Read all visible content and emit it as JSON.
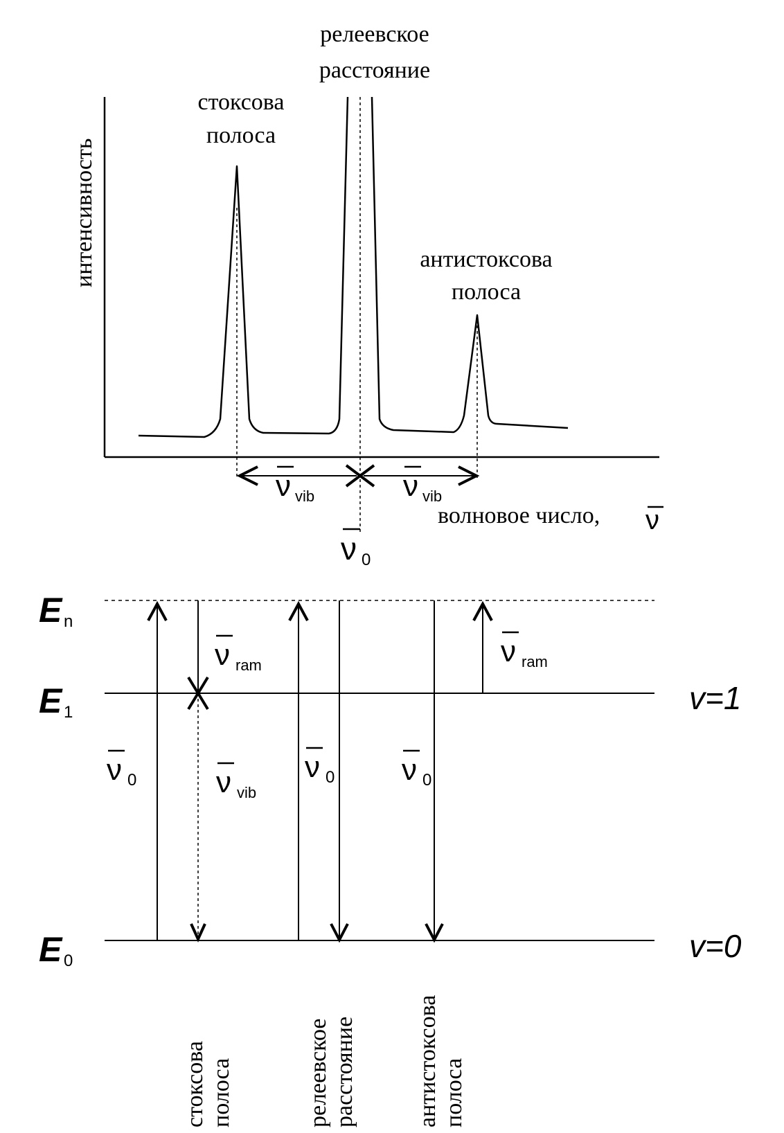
{
  "spectrum": {
    "y_axis_label": "интенсивность",
    "x_axis_label": "волновое число,",
    "x_axis_symbol": "ν",
    "rayleigh_label": [
      "релеевское",
      "расстояние"
    ],
    "stokes_label": [
      "стоксова",
      "полоса"
    ],
    "antistokes_label": [
      "антистоксова",
      "полоса"
    ],
    "nu_symbol": "ν",
    "nu0_subscript": "0",
    "vib_subscript": "vib"
  },
  "energy_diagram": {
    "levels": [
      {
        "symbol": "E",
        "subscript": "n",
        "quantum_label": ""
      },
      {
        "symbol": "E",
        "subscript": "1",
        "quantum_label": "v=1"
      },
      {
        "symbol": "E",
        "subscript": "0",
        "quantum_label": "v=0"
      }
    ],
    "nu_symbol": "ν",
    "ram_subscript": "ram",
    "vib_subscript": "vib",
    "nu0_subscript": "0",
    "bottom_labels": {
      "stokes": [
        "стоксова",
        "полоса"
      ],
      "rayleigh": [
        "релеевское",
        "расстояние"
      ],
      "antistokes": [
        "антистоксова",
        "полоса"
      ]
    }
  },
  "colors": {
    "ink": "#000000",
    "background": "#ffffff"
  }
}
